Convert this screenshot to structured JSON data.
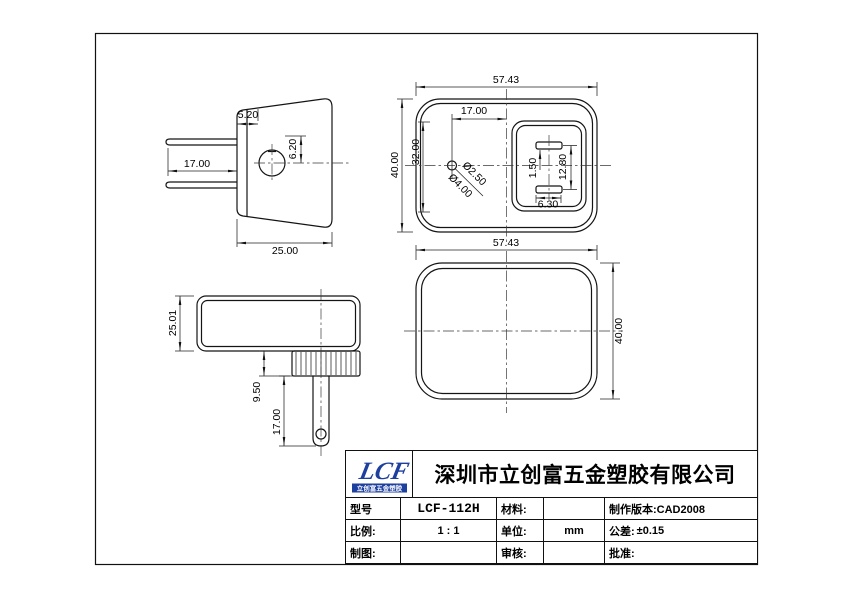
{
  "colors": {
    "line": "#141414",
    "logo_blue": "#1d3f9e"
  },
  "views": {
    "side": {
      "dim_plate": "5.20",
      "dim_hole_offset": "6.20",
      "dim_prong_len": "17.00",
      "dim_depth": "25.00"
    },
    "front": {
      "dim_width": "57.43",
      "dim_height": "40.00",
      "dim_recess_h": "32.00",
      "dim_hole_cc": "17.00",
      "dim_hole_d1": "Ø2.50",
      "dim_hole_d2": "Ø4.00",
      "dim_slot_t": "1.50",
      "dim_slot_pitch": "12.80",
      "dim_slot_len": "6.30"
    },
    "top": {
      "dim_depth": "25.01",
      "dim_boss_h": "9.50",
      "dim_prong_len": "17.00"
    },
    "back": {
      "dim_width": "57.43",
      "dim_height": "40.00"
    }
  },
  "title_block": {
    "logo_text": "LCF",
    "logo_subtext": "立创富五金塑胶",
    "company_name": "深圳市立创富五金塑胶有限公司",
    "model_label": "型号",
    "model_value": "LCF-112H",
    "material_label": "材料:",
    "material_value": "",
    "version_text": "制作版本:CAD2008",
    "scale_label": "比例:",
    "scale_value": "1 : 1",
    "unit_label": "单位:",
    "unit_value": "mm",
    "tolerance_label": "公差:",
    "tolerance_value": "±0.15",
    "drawn_label": "制图:",
    "drawn_value": "",
    "check_label": "审核:",
    "check_value": "",
    "approve_label": "批准:",
    "approve_value": ""
  }
}
